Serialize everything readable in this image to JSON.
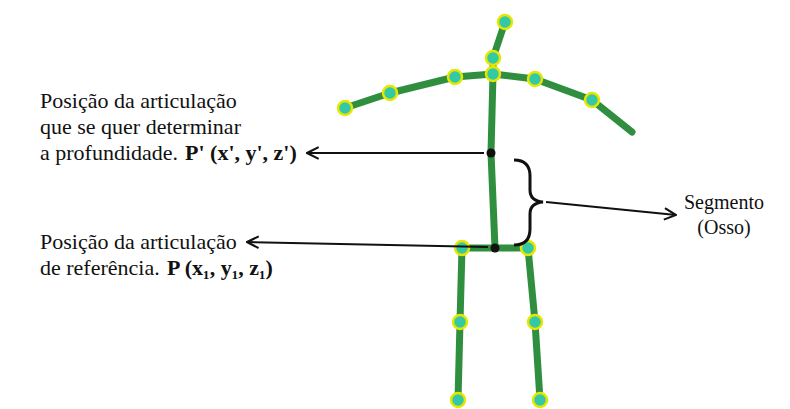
{
  "diagram": {
    "labels": [
      "Posição da articulação que se quer determinar a profundidade.",
      "P' (x', y', z')",
      "Segmento (Osso)",
      "Posição da articulação de referência.",
      "P (x₁, y₁, z₁)"
    ]
  }
}
